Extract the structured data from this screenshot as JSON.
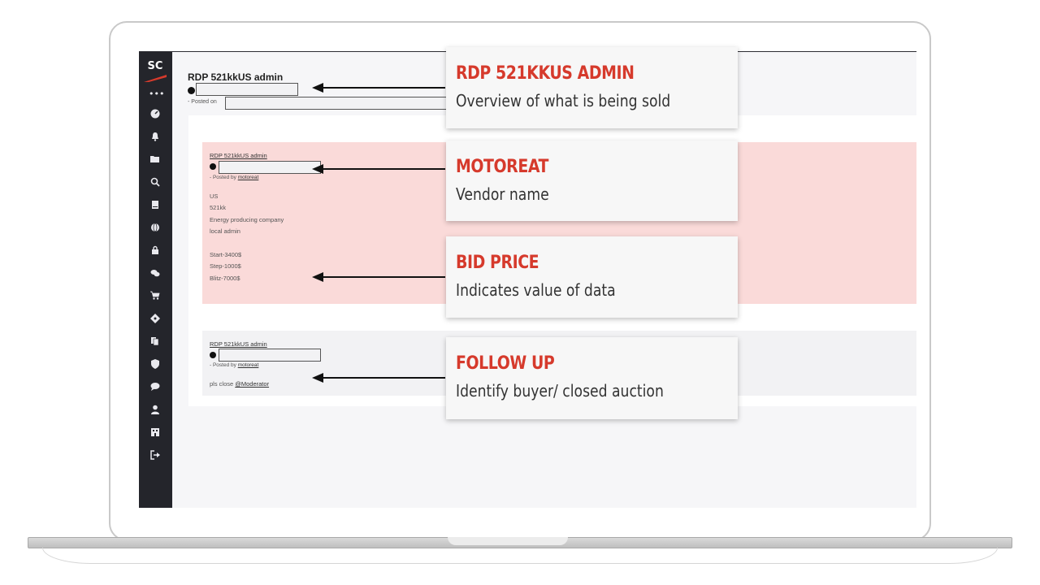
{
  "sidebar": {
    "logo": "SC",
    "icons": [
      "more-icon",
      "dashboard-icon",
      "bell-icon",
      "folder-icon",
      "search-icon",
      "book-icon",
      "globe-icon",
      "lock-icon",
      "chat-icon",
      "cart-icon",
      "network-icon",
      "files-icon",
      "shield-icon",
      "comment-icon",
      "user-icon",
      "store-icon",
      "logout-icon"
    ]
  },
  "page": {
    "title": "RDP 521kkUS admin",
    "posted_on": "- Posted on"
  },
  "posts": [
    {
      "title": "RDP 521kkUS admin",
      "posted_by_prefix": "- Posted by ",
      "author": "motoreat",
      "lines": [
        "US",
        "521kk",
        "Energy producing company",
        "local admin",
        "",
        "Start-3400$",
        "Step-1000$",
        "Blitz-7000$"
      ]
    },
    {
      "title": "RDP 521kkUS admin",
      "posted_by_prefix": "- Posted by ",
      "author": "motoreat",
      "message_prefix": "pls close ",
      "mention": "@Moderator"
    }
  ],
  "callouts": [
    {
      "title": "RDP 521KKUS ADMIN",
      "description": "Overview of what is being sold"
    },
    {
      "title": "MOTOREAT",
      "description": "Vendor name"
    },
    {
      "title": "BID PRICE",
      "description": "Indicates value of data"
    },
    {
      "title": "FOLLOW UP",
      "description": "Identify buyer/ closed auction"
    }
  ],
  "colors": {
    "callout_title": "#d63a2c",
    "sidebar": "#24252b",
    "post_highlight": "#fadad9"
  }
}
